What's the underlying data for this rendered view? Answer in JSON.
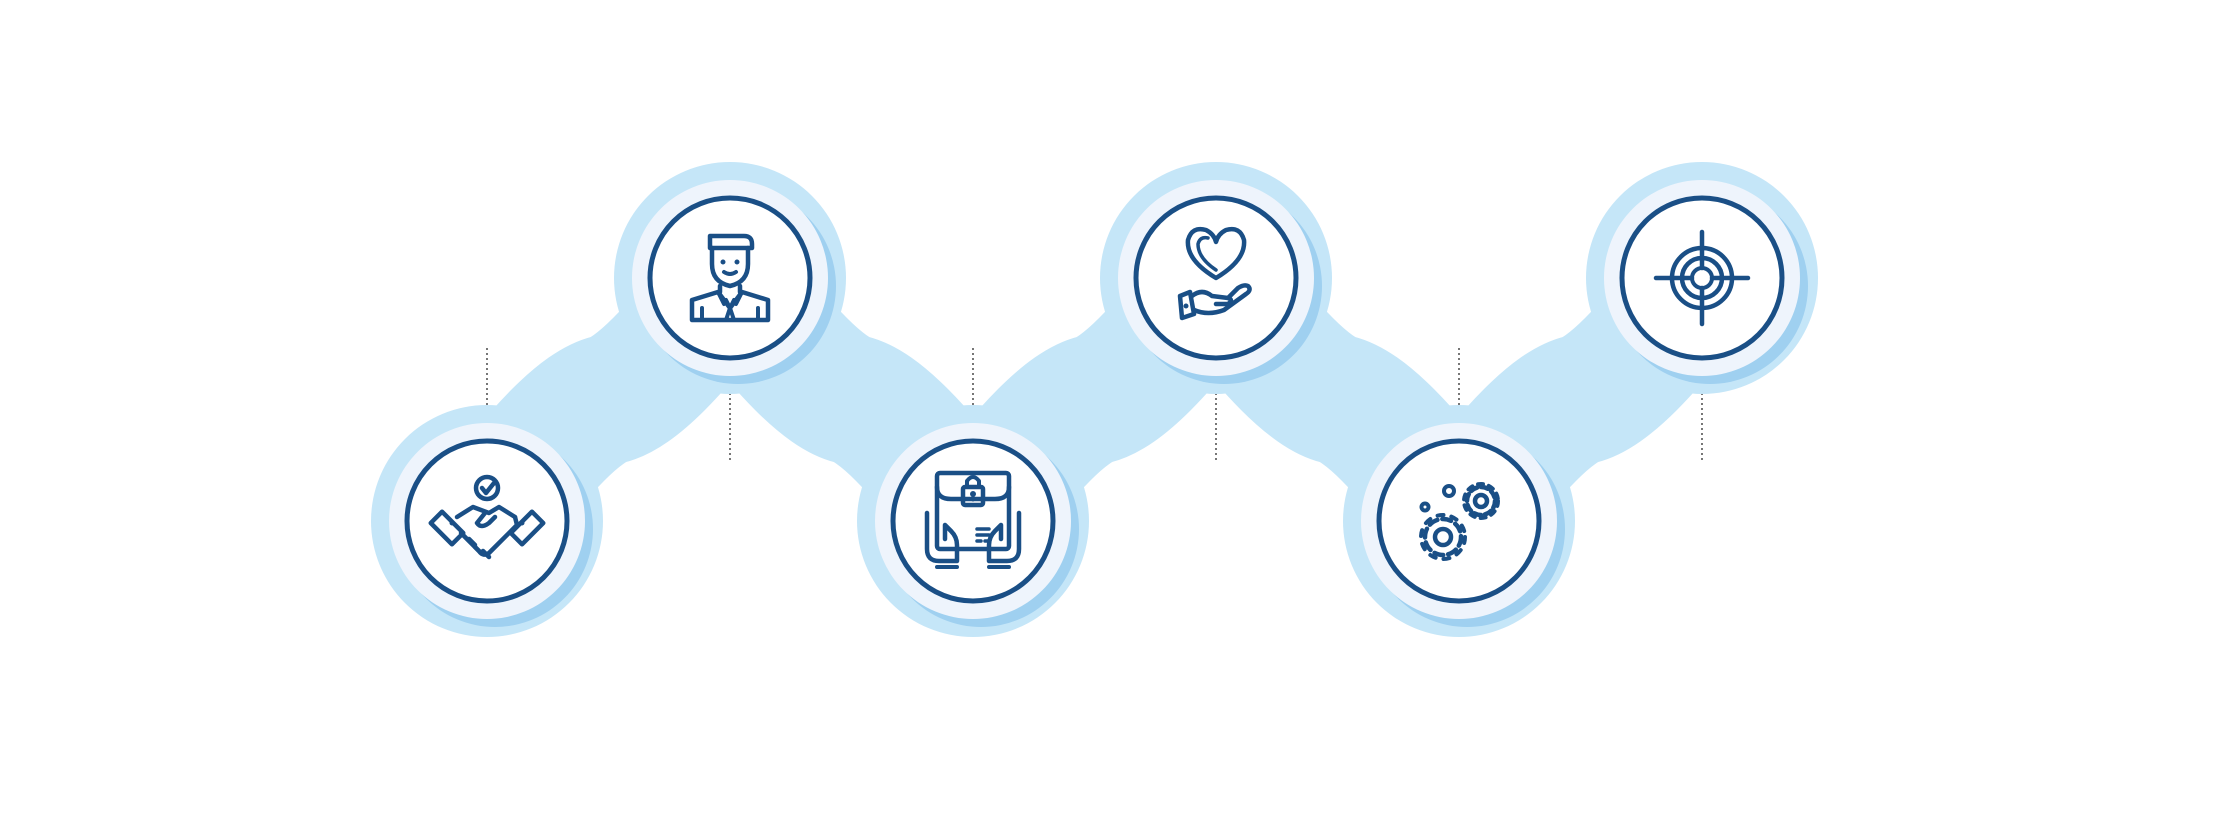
{
  "diagram": {
    "type": "process-timeline",
    "colors": {
      "background": "#ffffff",
      "connector": "#c5e6f8",
      "outer_ring": "#c5e6f8",
      "middle_ring": "#eef4fc",
      "shadow": "#9fd0f0",
      "inner_fill": "#ffffff",
      "icon_stroke": "#1a4f86",
      "leader_line": "#555555"
    },
    "steps": [
      {
        "icon": "handshake-icon",
        "position": "low",
        "leader": "up"
      },
      {
        "icon": "businessman-icon",
        "position": "high",
        "leader": "down"
      },
      {
        "icon": "secure-package-icon",
        "position": "low",
        "leader": "up"
      },
      {
        "icon": "heart-in-hand-icon",
        "position": "high",
        "leader": "down"
      },
      {
        "icon": "gears-icon",
        "position": "low",
        "leader": "up"
      },
      {
        "icon": "target-icon",
        "position": "high",
        "leader": "down"
      }
    ]
  }
}
